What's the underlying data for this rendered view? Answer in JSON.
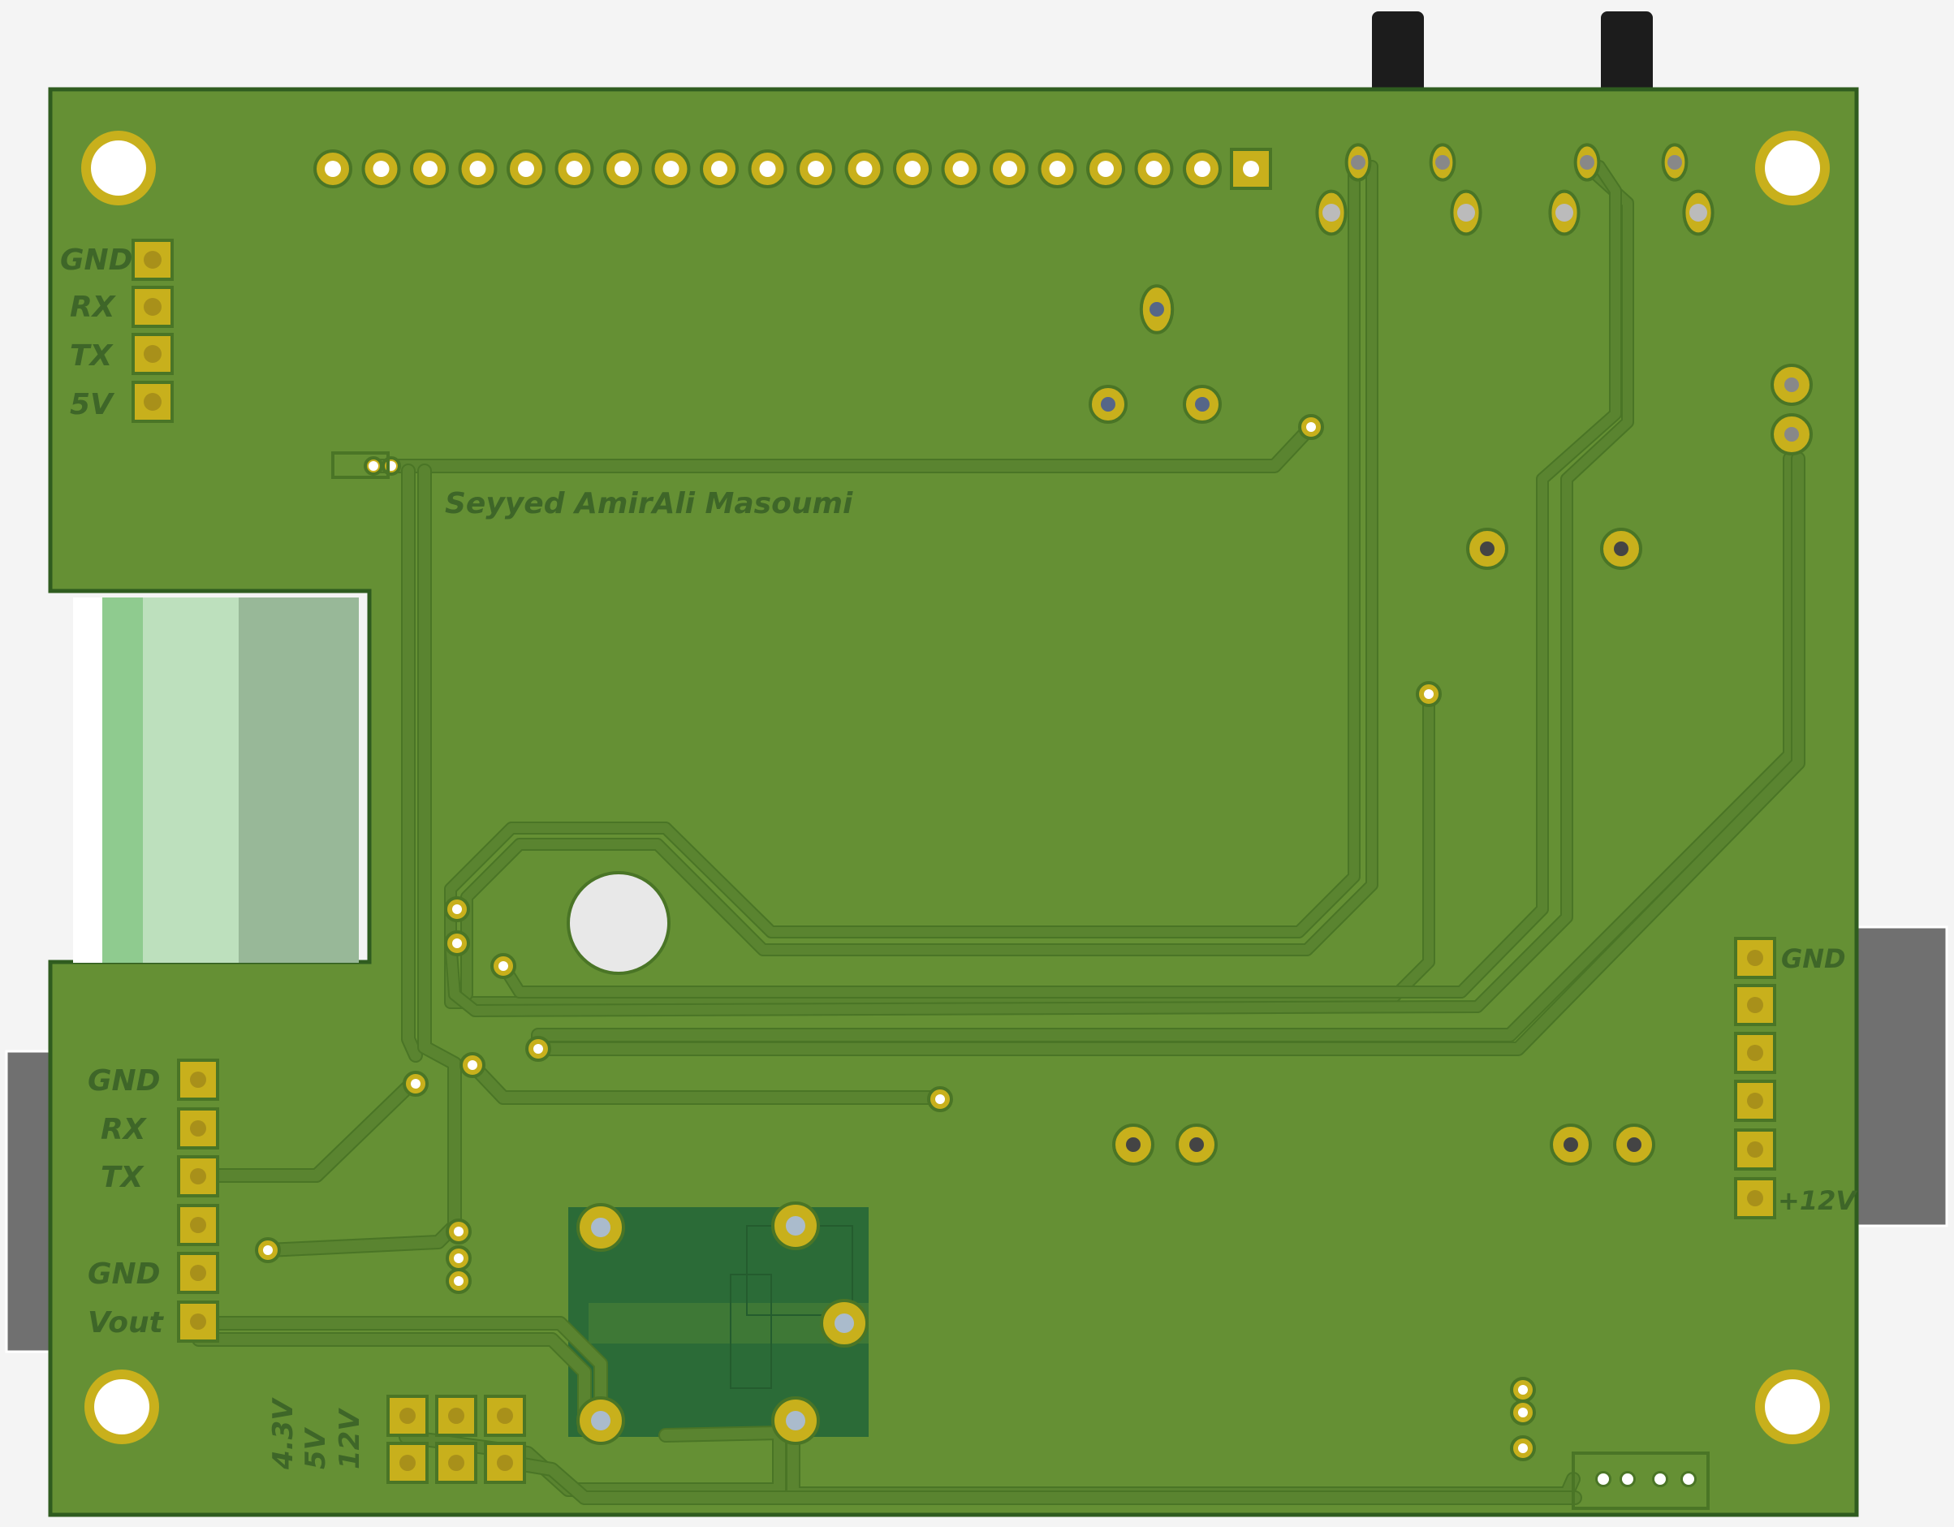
{
  "board": {
    "author_credit": "Seyyed AmirAli Masoumi",
    "colors": {
      "board": "#659034",
      "board_edge": "#2f5c1f",
      "trace": "#5a8430",
      "trace_edge": "#4a7526",
      "pad": "#c8b01c",
      "pad_dark": "#a8901a",
      "silkscreen": "#3e6628",
      "heatsink": "#2b6b37",
      "component_black": "#1c1c1c",
      "connector_gray": "#707070",
      "display_green": "#8fcb8f"
    }
  },
  "labels": {
    "top_left_header": [
      "GND",
      "RX",
      "TX",
      "5V"
    ],
    "bottom_left_header": [
      "GND",
      "RX",
      "TX",
      "GND",
      "Vout"
    ],
    "right_header_top": "GND",
    "right_header_bottom": "+12V",
    "voltage_select": [
      "4.3V",
      "5V",
      "12V"
    ]
  }
}
